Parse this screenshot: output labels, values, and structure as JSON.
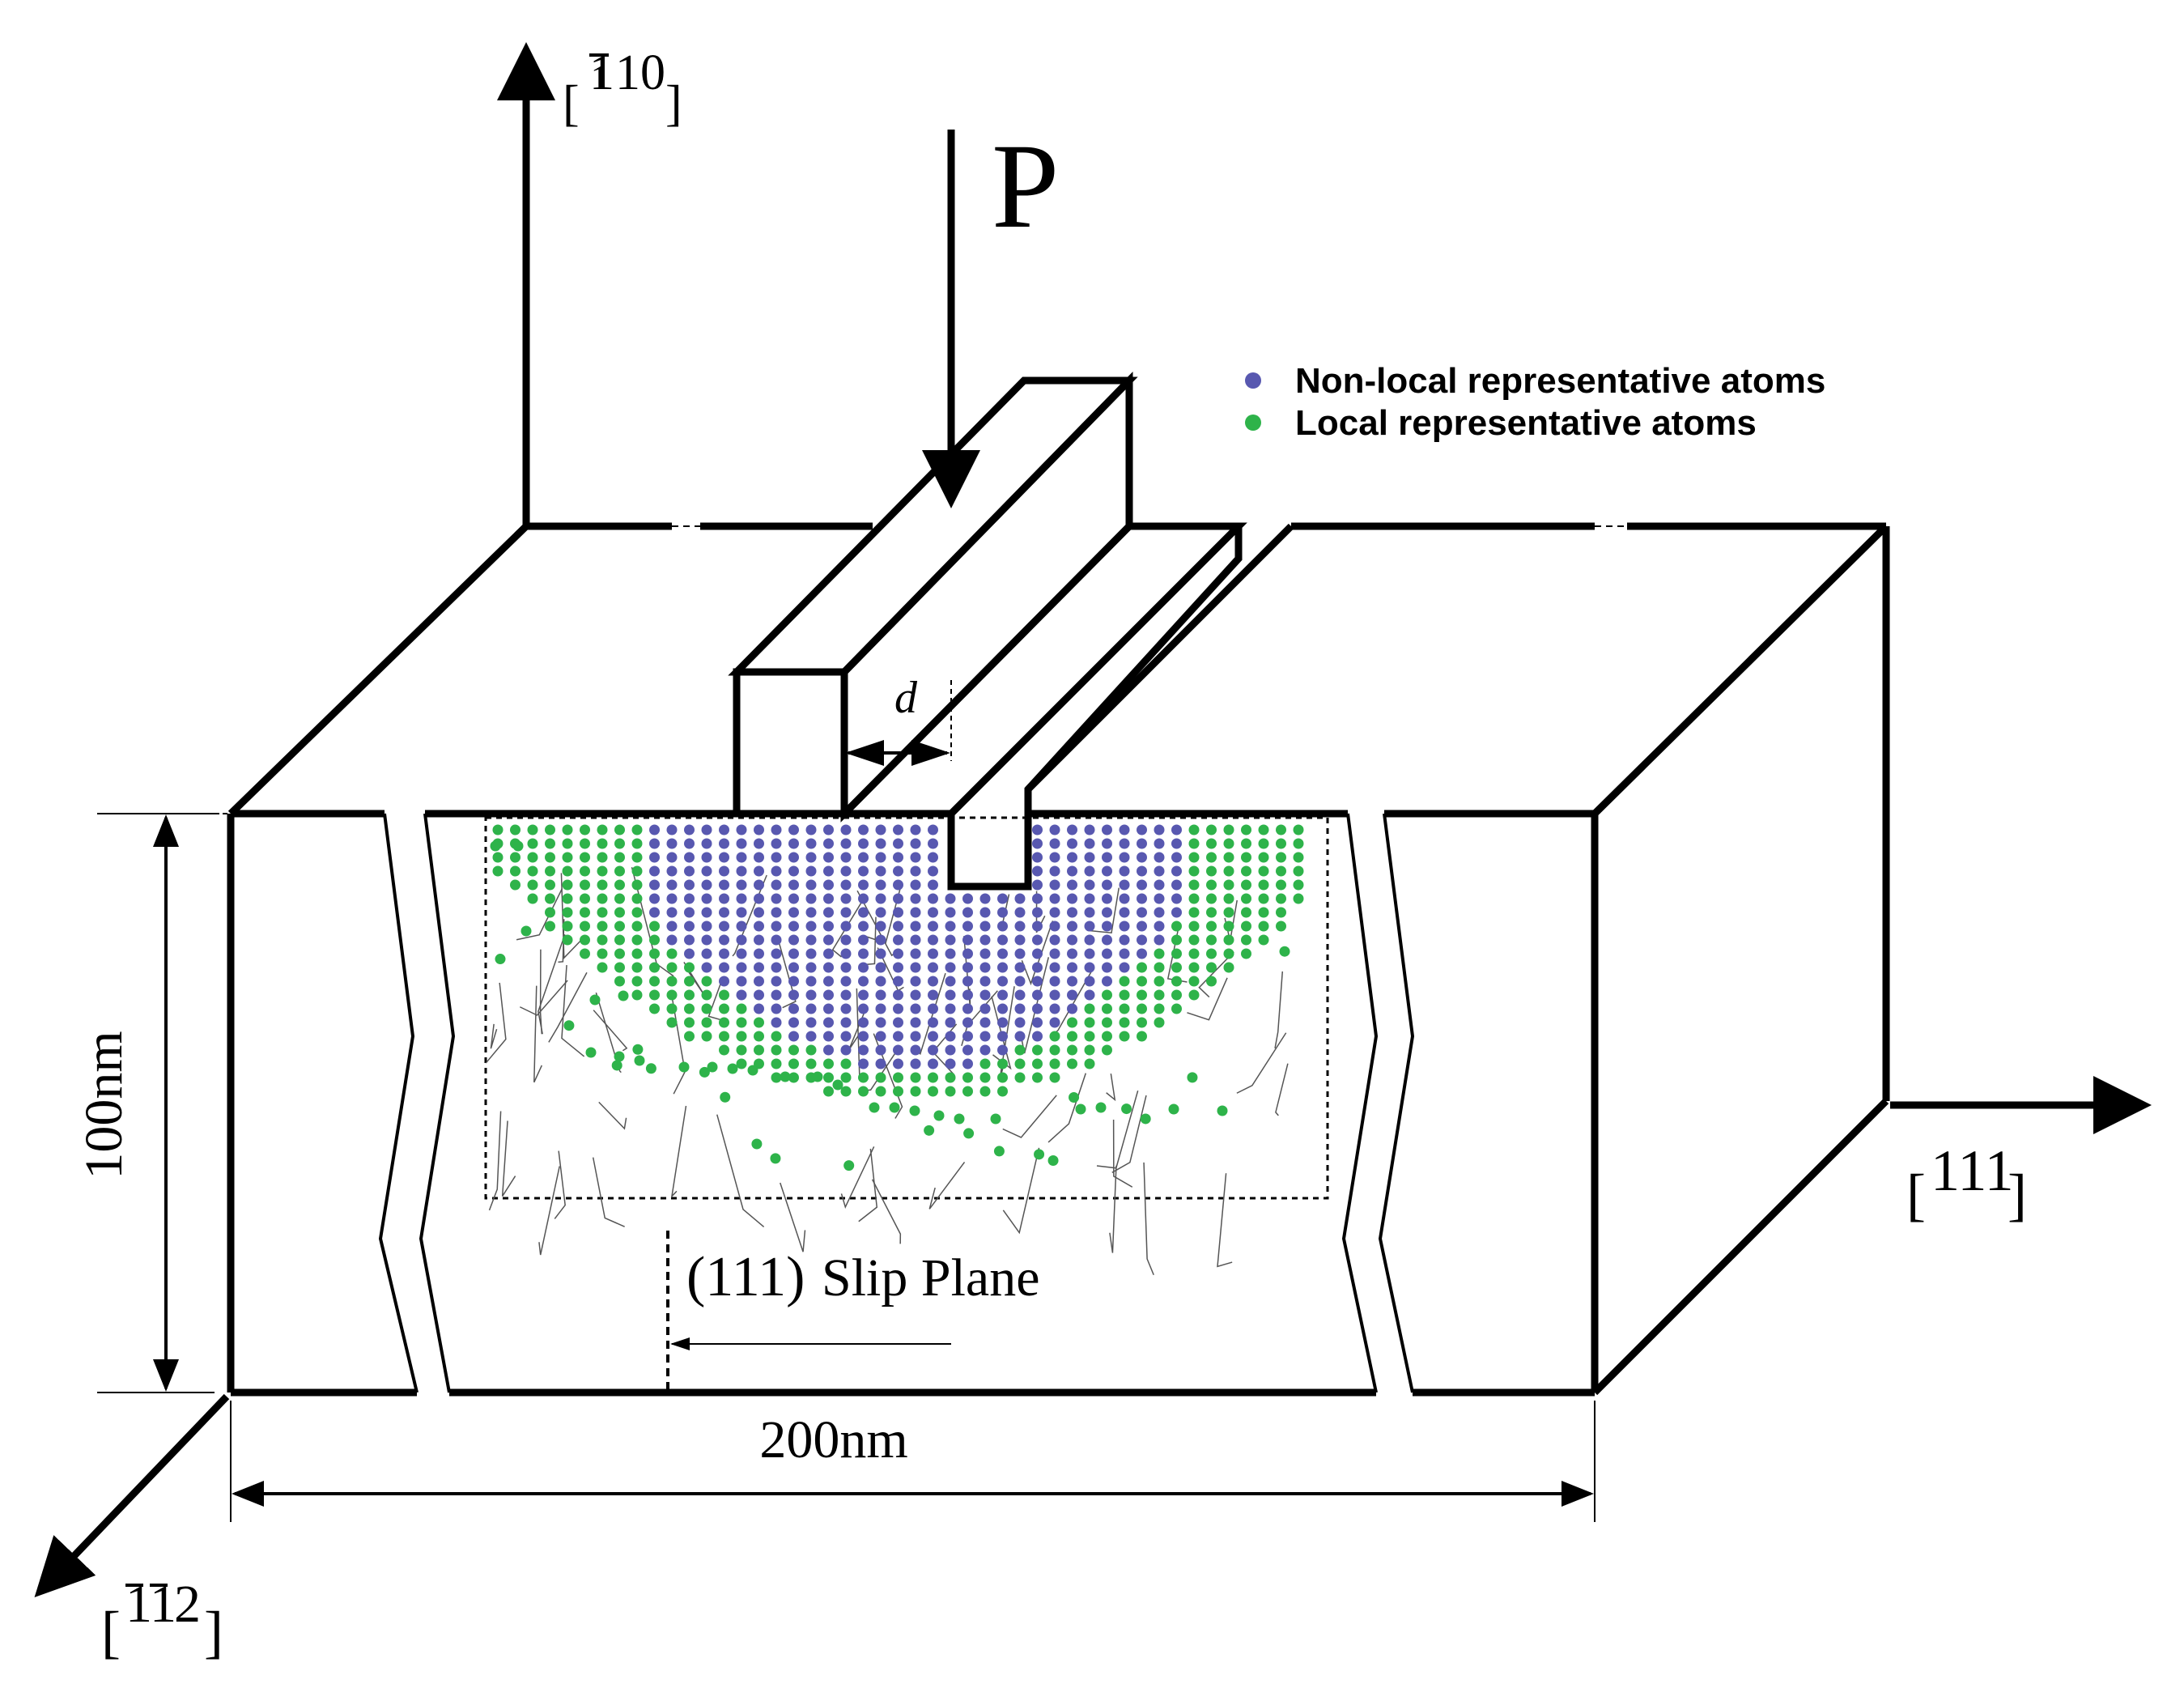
{
  "axes": {
    "up": {
      "bar": "1",
      "rest": "10"
    },
    "right": {
      "text": "111"
    },
    "out": {
      "bar1": "1",
      "bar2": "1",
      "rest": "2"
    }
  },
  "load_label": "P",
  "gap_label": "d",
  "legend": {
    "items": [
      {
        "label": "Non-local representative atoms",
        "color": "#5858b0"
      },
      {
        "label": "Local representative atoms",
        "color": "#2eb34a"
      }
    ]
  },
  "dimensions": {
    "height": "100nm",
    "width": "200nm"
  },
  "slip_plane": {
    "index": "(111)",
    "label": "Slip Plane"
  },
  "colors": {
    "line": "#000000",
    "nonlocal_atom": "#5858b0",
    "local_atom": "#2eb34a",
    "mesh": "#555555"
  }
}
